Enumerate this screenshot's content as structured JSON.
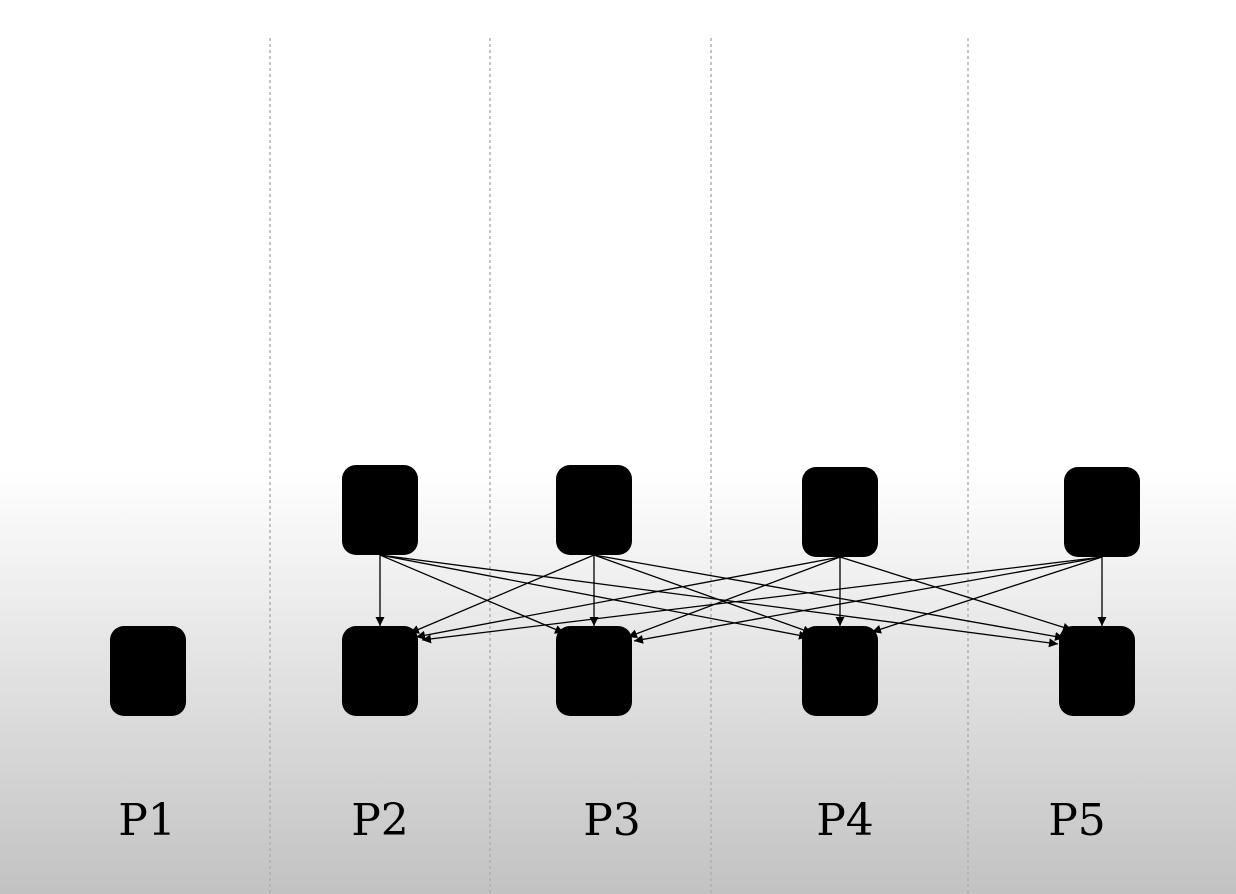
{
  "partitions": [
    {
      "label": "P1"
    },
    {
      "label": "P2"
    },
    {
      "label": "P3"
    },
    {
      "label": "P4"
    },
    {
      "label": "P5"
    }
  ],
  "edges": [
    [
      "p2-top",
      "p2-bottom"
    ],
    [
      "p2-top",
      "p3-bottom"
    ],
    [
      "p2-top",
      "p4-bottom"
    ],
    [
      "p2-top",
      "p5-bottom"
    ],
    [
      "p3-top",
      "p2-bottom"
    ],
    [
      "p3-top",
      "p3-bottom"
    ],
    [
      "p3-top",
      "p4-bottom"
    ],
    [
      "p3-top",
      "p5-bottom"
    ],
    [
      "p4-top",
      "p2-bottom"
    ],
    [
      "p4-top",
      "p3-bottom"
    ],
    [
      "p4-top",
      "p4-bottom"
    ],
    [
      "p4-top",
      "p5-bottom"
    ],
    [
      "p5-top",
      "p2-bottom"
    ],
    [
      "p5-top",
      "p3-bottom"
    ],
    [
      "p5-top",
      "p4-bottom"
    ],
    [
      "p5-top",
      "p5-bottom"
    ]
  ]
}
